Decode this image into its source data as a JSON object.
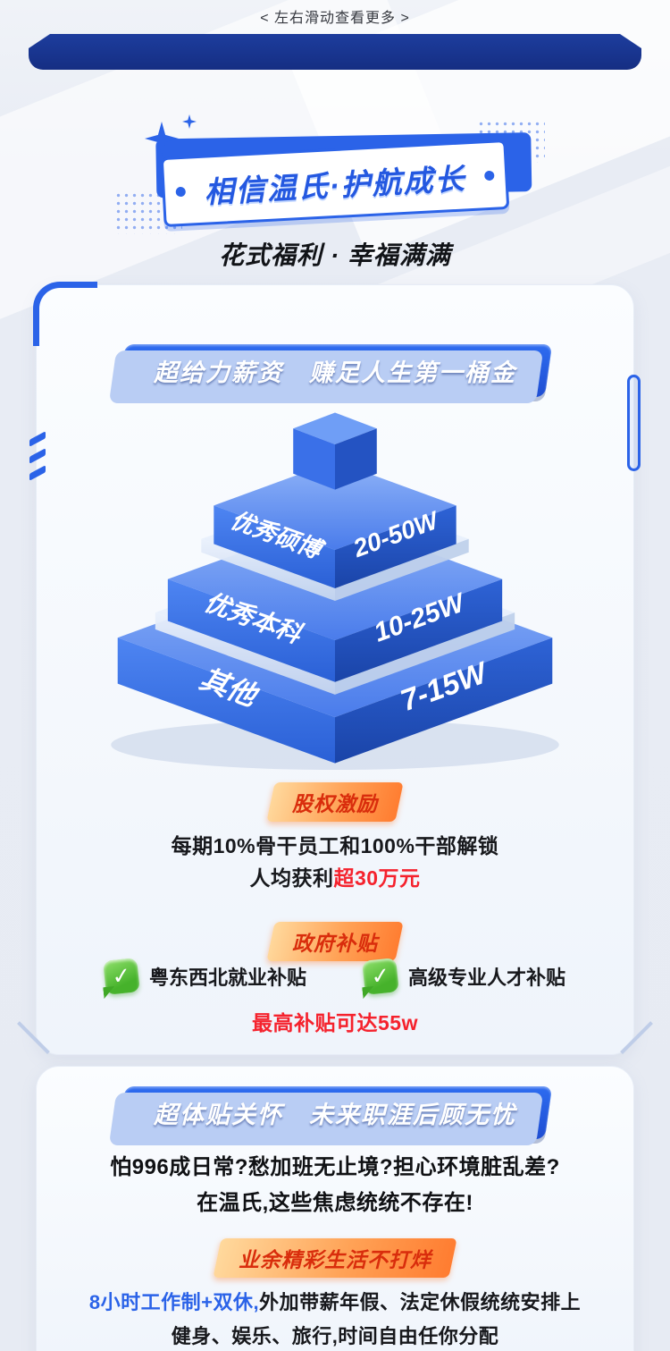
{
  "page": {
    "swipe_hint": "< 左右滑动查看更多 >",
    "badge_title": "相信温氏·护航成长",
    "subtitle": "花式福利 · 幸福满满"
  },
  "salary": {
    "header": "超给力薪资　赚足人生第一桶金",
    "pyramid_tiers": [
      {
        "label": "优秀硕博",
        "range": "20-50W"
      },
      {
        "label": "优秀本科",
        "range": "10-25W"
      },
      {
        "label": "其他",
        "range": "7-15W"
      }
    ],
    "equity": {
      "ribbon": "股权激励",
      "line1": "每期10%骨干员工和100%干部解锁",
      "line2_prefix": "人均获利",
      "line2_highlight": "超30万元"
    },
    "subsidy": {
      "ribbon": "政府补贴",
      "items": [
        "粤东西北就业补贴",
        "高级专业人才补贴"
      ],
      "note": "最高补贴可达55w"
    }
  },
  "care": {
    "header": "超体贴关怀　未来职涯后顾无忧",
    "worry_line1": "怕996成日常?愁加班无止境?担心环境脏乱差?",
    "worry_line2": "在温氏,这些焦虑统统不存在!",
    "ribbon": "业余精彩生活不打烊",
    "benefit_highlight": "8小时工作制+双休,",
    "benefit_rest": "外加带薪年假、法定休假统统安排上",
    "benefit_line2": "健身、娱乐、旅行,时间自由任你分配"
  },
  "colors": {
    "accent_blue": "#2b63e8",
    "deep_navy": "#182f86",
    "ribbon_orange": "#ff7c30",
    "ribbon_text_red": "#d92d0c",
    "highlight_red": "#f5222d",
    "check_green": "#46b22b"
  }
}
